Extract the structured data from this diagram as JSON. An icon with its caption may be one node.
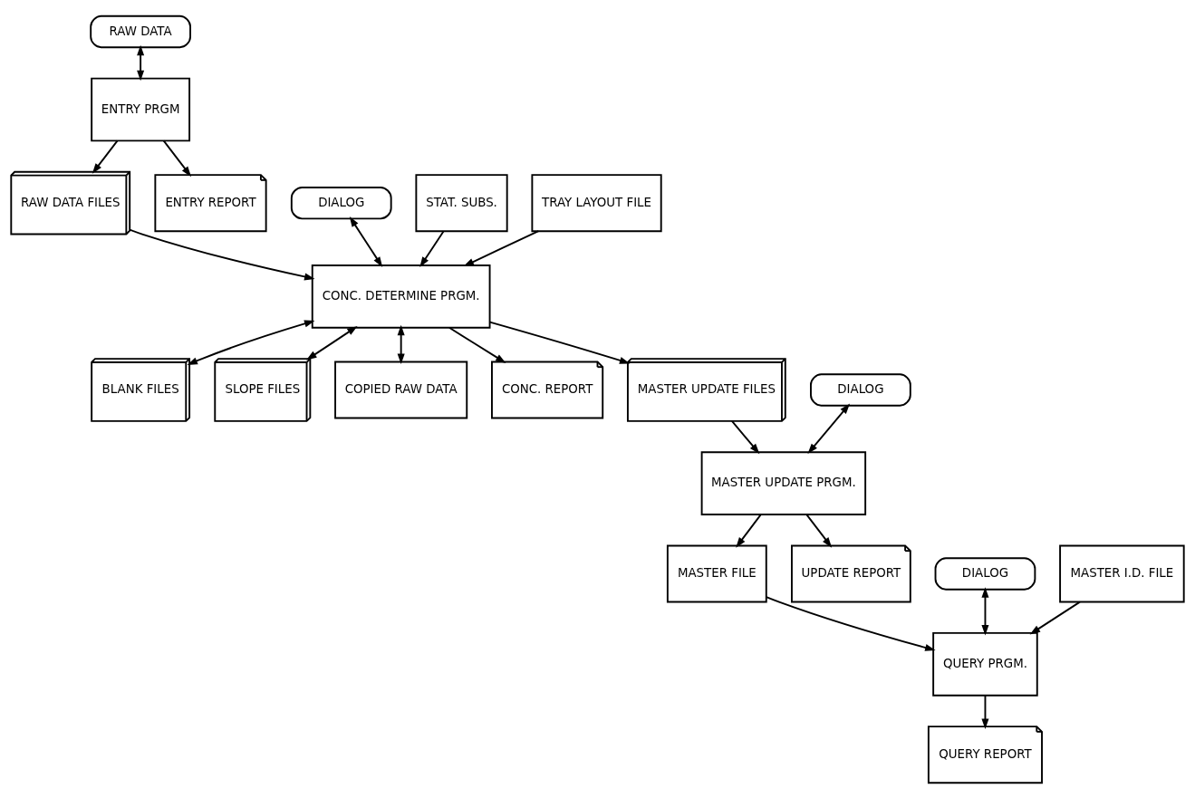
{
  "diagram": {
    "nodes": [
      {
        "text": [
          "RAW DATA"
        ]
      },
      {
        "text": [
          "ENTRY PRGM"
        ]
      },
      {
        "text": [
          "RAW DATA FILES"
        ]
      },
      {
        "text": [
          "BLANK FILES"
        ]
      },
      {
        "text": [
          "SLOPE FILES"
        ]
      },
      {
        "text": [
          "ENTRY REPORT"
        ]
      },
      {
        "text": [
          "DIALOG"
        ]
      },
      {
        "text": [
          "CONC. DETERMINE PRGM."
        ]
      },
      {
        "text": [
          "STAT. SUBS."
        ]
      },
      {
        "text": [
          "COPIED RAW DATA"
        ]
      },
      {
        "text": [
          "TRAY LAYOUT FILE"
        ]
      },
      {
        "text": [
          "CONC. REPORT"
        ]
      },
      {
        "text": [
          "DIALOG"
        ]
      },
      {
        "text": [
          "MASTER UPDATE PRGM."
        ]
      },
      {
        "text": [
          "MASTER UPDATE FILES"
        ]
      },
      {
        "text": [
          "MASTER FILE"
        ]
      },
      {
        "text": [
          "UPDATE REPORT"
        ]
      },
      {
        "text": [
          "DIALOG"
        ]
      },
      {
        "text": [
          "QUERY PRGM."
        ]
      },
      {
        "text": [
          "MASTER I.D. FILE"
        ]
      },
      {
        "text": [
          "QUERY REPORT"
        ]
      }
    ],
    "edges": [
      {
        "from": 0,
        "to": 1,
        "arrow": "both"
      },
      {
        "from": 1,
        "to": 2,
        "arrow": "to"
      },
      {
        "from": 1,
        "to": 5,
        "arrow": "to"
      },
      {
        "from": 6,
        "to": 7,
        "arrow": "both"
      },
      {
        "from": 2,
        "to": 7,
        "arrow": "to"
      },
      {
        "from": 7,
        "to": 3,
        "arrow": "both"
      },
      {
        "from": 7,
        "to": 4,
        "arrow": "both"
      },
      {
        "from": 7,
        "to": 11,
        "arrow": "to"
      },
      {
        "from": 7,
        "to": 9,
        "arrow": "both"
      },
      {
        "from": 10,
        "to": 7,
        "arrow": "to"
      },
      {
        "from": 8,
        "to": 7,
        "arrow": "to"
      },
      {
        "from": 7,
        "to": 14,
        "arrow": "to"
      },
      {
        "from": 14,
        "to": 13,
        "arrow": "to"
      },
      {
        "from": 12,
        "to": 13,
        "arrow": "both"
      },
      {
        "from": 13,
        "to": 15,
        "arrow": "to"
      },
      {
        "from": 13,
        "to": 16,
        "arrow": "to"
      },
      {
        "from": 17,
        "to": 18,
        "arrow": "both"
      },
      {
        "from": 15,
        "to": 18,
        "arrow": "to"
      },
      {
        "from": 19,
        "to": 18,
        "arrow": "to"
      },
      {
        "from": 18,
        "to": 20,
        "arrow": "to"
      }
    ]
  }
}
